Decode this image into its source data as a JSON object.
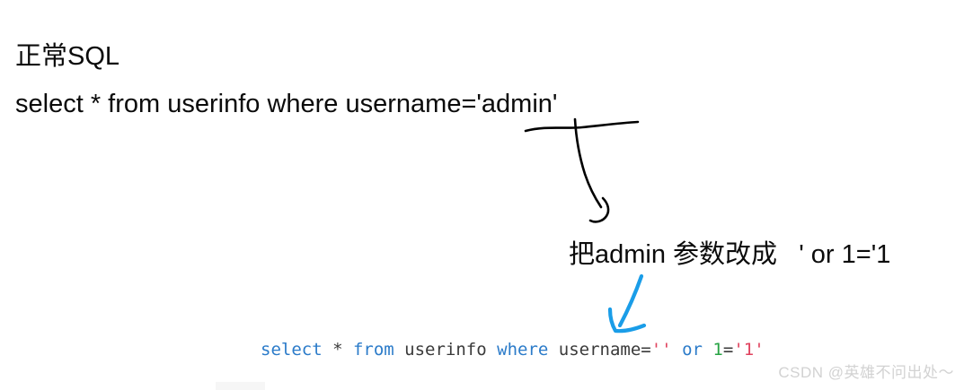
{
  "heading": {
    "text": "正常SQL"
  },
  "normal_sql": {
    "text": "select * from userinfo where username='admin'"
  },
  "annotation": {
    "text": "把admin 参数改成   ' or 1='1"
  },
  "injected_sql": {
    "plain_text": "select * from userinfo where username='' or 1='1'",
    "tokens": [
      {
        "text": "select",
        "color": "#2b7bc9"
      },
      {
        "text": " * ",
        "color": "#3a3a3a"
      },
      {
        "text": "from",
        "color": "#2b7bc9"
      },
      {
        "text": " userinfo ",
        "color": "#3a3a3a"
      },
      {
        "text": "where",
        "color": "#2b7bc9"
      },
      {
        "text": " username=",
        "color": "#3a3a3a"
      },
      {
        "text": "''",
        "color": "#e0425e"
      },
      {
        "text": " ",
        "color": "#3a3a3a"
      },
      {
        "text": "or",
        "color": "#2b7bc9"
      },
      {
        "text": " ",
        "color": "#3a3a3a"
      },
      {
        "text": "1",
        "color": "#27a343"
      },
      {
        "text": "=",
        "color": "#3a3a3a"
      },
      {
        "text": "'1'",
        "color": "#e0425e"
      }
    ]
  },
  "watermark": {
    "text": "CSDN @英雄不问出处～"
  },
  "colors": {
    "black_ink": "#000000",
    "blue_ink": "#1a9de8",
    "keyword": "#2b7bc9",
    "string": "#e0425e",
    "number": "#27a343",
    "code_plain": "#3a3a3a",
    "watermark": "#d2d2d2",
    "background": "#ffffff"
  }
}
